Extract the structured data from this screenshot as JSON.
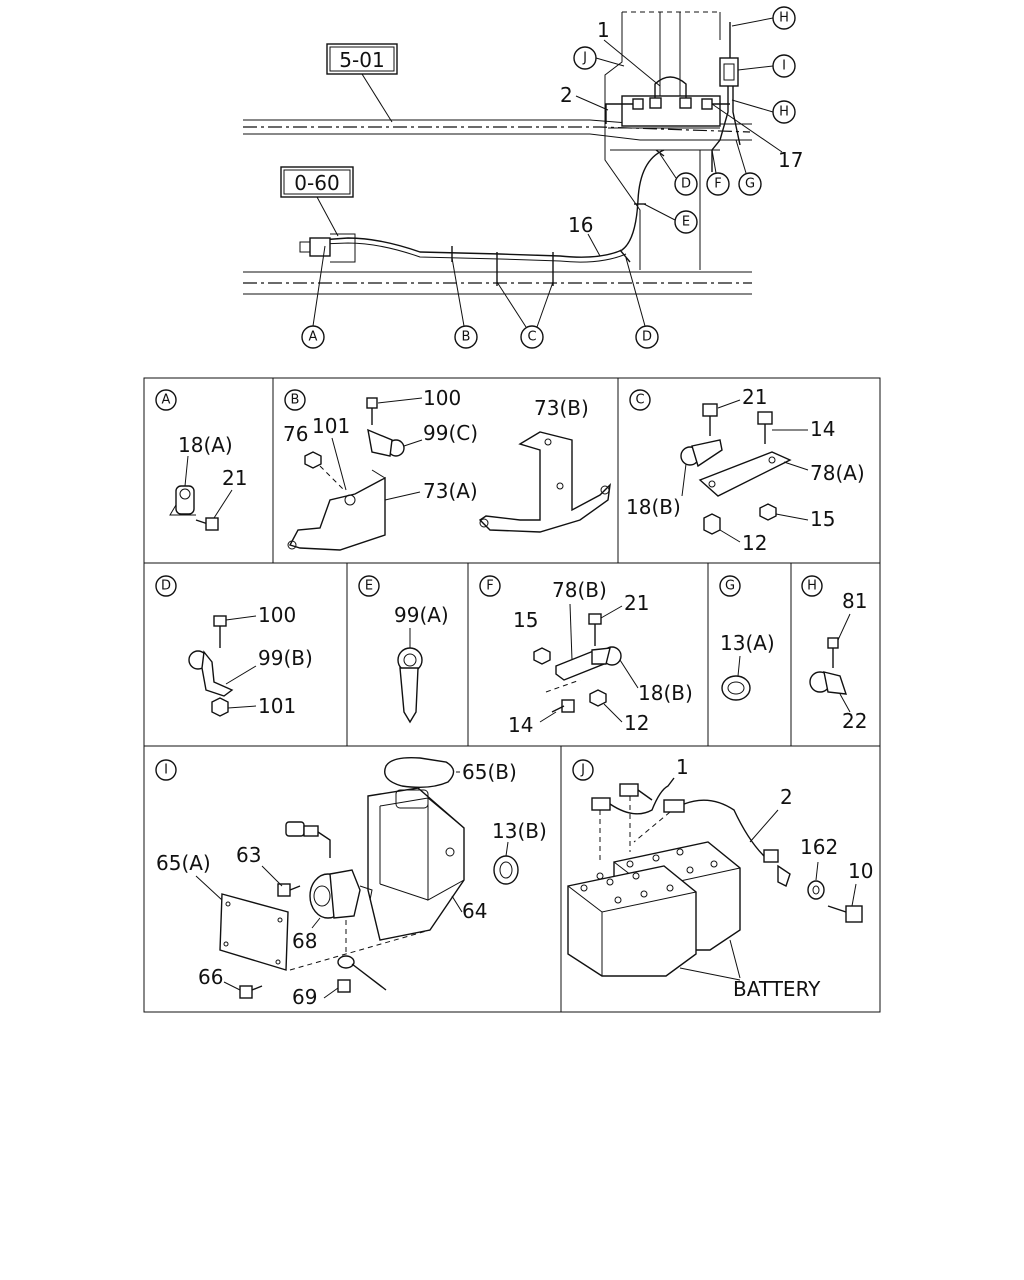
{
  "overview": {
    "ref_boxes": [
      "5-01",
      "0-60"
    ],
    "part_labels": [
      "1",
      "2",
      "16",
      "17"
    ],
    "circle_labels": [
      "H",
      "I",
      "H",
      "J",
      "D",
      "F",
      "G",
      "E",
      "A",
      "B",
      "C",
      "D"
    ]
  },
  "panels": {
    "A": {
      "letter": "A",
      "labels": [
        "18(A)",
        "21"
      ]
    },
    "B": {
      "letter": "B",
      "labels": [
        "100",
        "76",
        "101",
        "99(C)",
        "73(A)",
        "73(B)"
      ]
    },
    "C": {
      "letter": "C",
      "labels": [
        "21",
        "14",
        "78(A)",
        "18(B)",
        "15",
        "12"
      ]
    },
    "D": {
      "letter": "D",
      "labels": [
        "100",
        "99(B)",
        "101"
      ]
    },
    "E": {
      "letter": "E",
      "labels": [
        "99(A)"
      ]
    },
    "F": {
      "letter": "F",
      "labels": [
        "78(B)",
        "15",
        "21",
        "18(B)",
        "14",
        "12"
      ]
    },
    "G": {
      "letter": "G",
      "labels": [
        "13(A)"
      ]
    },
    "H": {
      "letter": "H",
      "labels": [
        "81",
        "22"
      ]
    },
    "I": {
      "letter": "I",
      "labels": [
        "65(B)",
        "13(B)",
        "63",
        "65(A)",
        "68",
        "64",
        "66",
        "69"
      ]
    },
    "J": {
      "letter": "J",
      "labels": [
        "1",
        "2",
        "162",
        "10",
        "BATTERY"
      ]
    }
  }
}
